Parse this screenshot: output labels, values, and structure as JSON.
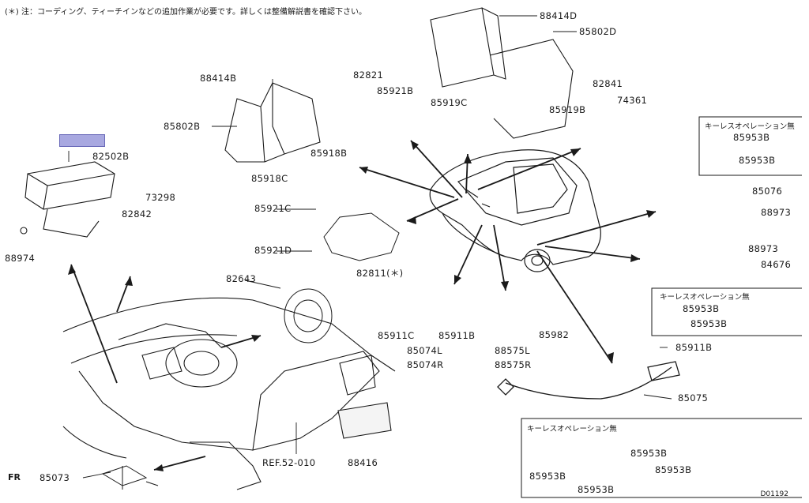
{
  "note": "(＊) 注：コーディング、ティーチインなどの追加作業が必要です。詳しくは整備解説書を確認下さい。",
  "diagram_code": "D01192",
  "front_marker": "FR",
  "keyless_header": "キーレスオペレーション無",
  "parts": [
    {
      "id": "p88414D_top",
      "label": "88414D"
    },
    {
      "id": "p85802D",
      "label": "85802D"
    },
    {
      "id": "p82821",
      "label": "82821"
    },
    {
      "id": "p85921B_top",
      "label": "85921B"
    },
    {
      "id": "p88414B",
      "label": "88414B"
    },
    {
      "id": "p85919C",
      "label": "85919C"
    },
    {
      "id": "p85919B",
      "label": "85919B"
    },
    {
      "id": "p82841",
      "label": "82841"
    },
    {
      "id": "p74361",
      "label": "74361"
    },
    {
      "id": "p85802B",
      "label": "85802B"
    },
    {
      "id": "p85918B",
      "label": "85918B"
    },
    {
      "id": "p85918C",
      "label": "85918C"
    },
    {
      "id": "p82502B",
      "label": "82502B"
    },
    {
      "id": "p73298",
      "label": "73298"
    },
    {
      "id": "p82842",
      "label": "82842"
    },
    {
      "id": "p88974",
      "label": "88974"
    },
    {
      "id": "p85921C",
      "label": "85921C"
    },
    {
      "id": "p85921D",
      "label": "85921D"
    },
    {
      "id": "p82811",
      "label": "82811(＊)"
    },
    {
      "id": "p85076",
      "label": "85076"
    },
    {
      "id": "p88973_a",
      "label": "88973"
    },
    {
      "id": "p88973_b",
      "label": "88973"
    },
    {
      "id": "p84676",
      "label": "84676"
    },
    {
      "id": "p82643",
      "label": "82643"
    },
    {
      "id": "p85911C",
      "label": "85911C"
    },
    {
      "id": "p85911B_mid",
      "label": "85911B"
    },
    {
      "id": "p85074L",
      "label": "85074L"
    },
    {
      "id": "p85074R",
      "label": "85074R"
    },
    {
      "id": "p88575L",
      "label": "88575L"
    },
    {
      "id": "p88575R",
      "label": "88575R"
    },
    {
      "id": "p85982",
      "label": "85982"
    },
    {
      "id": "p85911B_right",
      "label": "85911B"
    },
    {
      "id": "p85075",
      "label": "85075"
    },
    {
      "id": "pREF",
      "label": "REF.52-010"
    },
    {
      "id": "p88416",
      "label": "88416"
    },
    {
      "id": "p85073",
      "label": "85073"
    }
  ],
  "keyless_boxes": [
    {
      "id": "kb1",
      "labels": [
        "85953B",
        "85953B"
      ]
    },
    {
      "id": "kb2",
      "labels": [
        "85953B",
        "85953B"
      ]
    },
    {
      "id": "kb3",
      "labels": [
        "85953B",
        "85953B",
        "85953B",
        "85953B"
      ]
    }
  ]
}
